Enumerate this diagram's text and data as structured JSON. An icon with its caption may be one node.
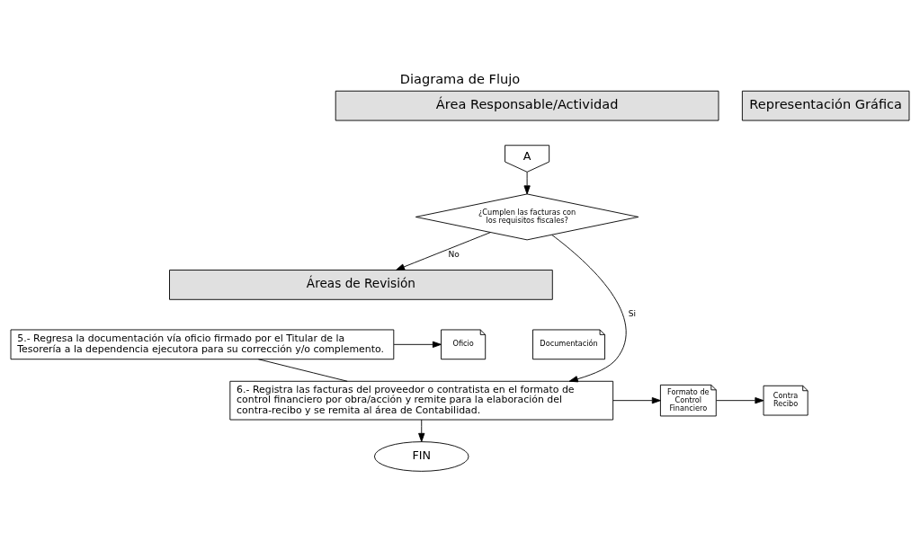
{
  "diagram": {
    "title": "Diagrama de Flujo",
    "nodes": [
      {
        "text": [
          "Área Responsable/Actividad"
        ]
      },
      {
        "text": [
          "Representación Gráfica"
        ]
      },
      {
        "text": [
          "A"
        ]
      },
      {
        "text": [
          "¿Cumplen las facturas con los requisitos fiscales?"
        ]
      },
      {
        "text": [
          "Áreas de Revisión"
        ]
      },
      {
        "text": [
          "5.- Regresa la documentación vía oficio firmado por el Titular de la Tesorería a la dependencia ejecutora para su corrección y/o complemento."
        ]
      },
      {
        "text": [
          "Documentación"
        ]
      },
      {
        "text": [
          "Oficio"
        ]
      },
      {
        "text": [
          "6.- Registra las facturas del proveedor o contratista en el formato de control financiero por obra/acción y remite para la elaboración del contra-recibo y se remita al área de Contabilidad."
        ]
      },
      {
        "text": [
          "Formato de Control Financiero"
        ]
      },
      {
        "text": [
          "Contra Recibo"
        ]
      },
      {
        "text": [
          "FIN"
        ]
      }
    ],
    "edges": [
      {
        "from": 2,
        "to": 3,
        "arrow": "to"
      },
      {
        "from": 3,
        "to": 4,
        "arrow": "to",
        "label": "No"
      },
      {
        "from": 3,
        "to": 8,
        "arrow": "to",
        "label": "Si"
      },
      {
        "from": 5,
        "to": 7,
        "arrow": "to"
      },
      {
        "from": 5,
        "to": 8,
        "arrow": "none"
      },
      {
        "from": 8,
        "to": 9,
        "arrow": "to"
      },
      {
        "from": 9,
        "to": 10,
        "arrow": "to"
      },
      {
        "from": 8,
        "to": 11,
        "arrow": "to"
      }
    ]
  }
}
